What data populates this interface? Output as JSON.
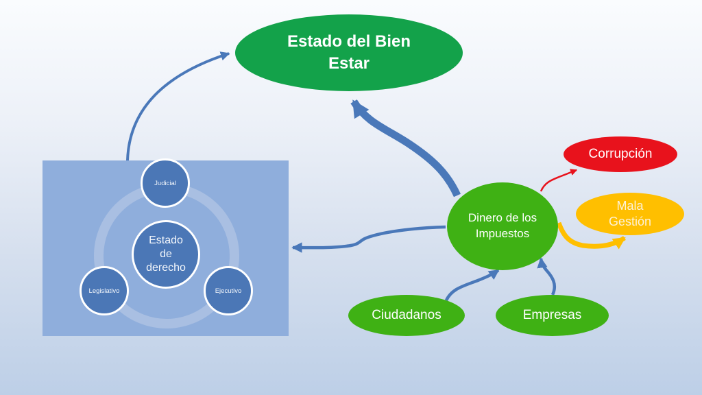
{
  "slide": {
    "background_top": "#FAFCFE",
    "background_bottom": "#BDCFE7"
  },
  "nodes": {
    "welfare": {
      "label": "Estado del Bien Estar",
      "color": "#13A24A",
      "text_color": "#FFFFFF"
    },
    "tax_money": {
      "label": "Dinero de los Impuestos",
      "color": "#3FB114",
      "text_color": "#FFFFFF"
    },
    "corruption": {
      "label": "Corrupción",
      "color": "#E8121C",
      "text_color": "#FFFFFF"
    },
    "mismanagement": {
      "label": "Mala Gestión",
      "color": "#FFBF00",
      "text_color": "#FDF2D8"
    },
    "citizens": {
      "label": "Ciudadanos",
      "color": "#3FB114",
      "text_color": "#FFFFFF"
    },
    "companies": {
      "label": "Empresas",
      "color": "#3FB114",
      "text_color": "#FFFFFF"
    }
  },
  "panel": {
    "color": "#8FAEDC",
    "ring_color": "#A9BFE2",
    "circle_color": "#4B77B6",
    "center": {
      "label": "Estado de derecho"
    },
    "satellites": [
      {
        "label": "Judicial"
      },
      {
        "label": "Legislativo"
      },
      {
        "label": "Ejecutivo"
      }
    ]
  },
  "edges": [
    {
      "id": "panel-to-welfare",
      "from": "rule-of-law-panel",
      "to": "welfare",
      "color": "#4A78B9",
      "weight": "thin"
    },
    {
      "id": "tax-to-welfare",
      "from": "tax_money",
      "to": "welfare",
      "color": "#4A78B9",
      "weight": "thick"
    },
    {
      "id": "tax-to-panel",
      "from": "tax_money",
      "to": "rule-of-law-panel",
      "color": "#4A78B9",
      "weight": "thin"
    },
    {
      "id": "tax-to-corruption",
      "from": "tax_money",
      "to": "corruption",
      "color": "#E8121C",
      "weight": "thin"
    },
    {
      "id": "tax-to-mismanagement",
      "from": "tax_money",
      "to": "mismanagement",
      "color": "#FFBF00",
      "weight": "medium"
    },
    {
      "id": "citizens-to-tax",
      "from": "citizens",
      "to": "tax_money",
      "color": "#4A78B9",
      "weight": "thin"
    },
    {
      "id": "companies-to-tax",
      "from": "companies",
      "to": "tax_money",
      "color": "#4A78B9",
      "weight": "thin"
    }
  ]
}
